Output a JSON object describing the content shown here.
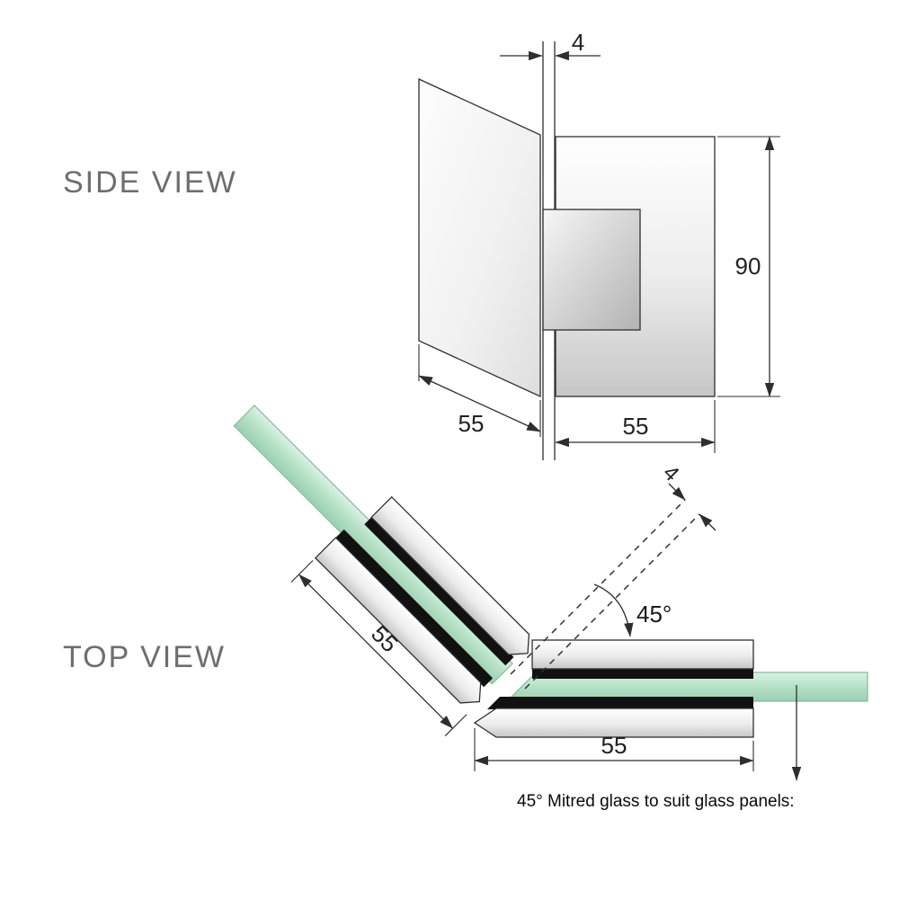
{
  "side_view": {
    "title": "SIDE VIEW",
    "dim_glass_thickness": "4",
    "dim_hinge_height": "90",
    "dim_glass_width": "55",
    "dim_plate_width": "55"
  },
  "top_view": {
    "title": "TOP VIEW",
    "dim_mitre_gap": "4",
    "dim_mitre_angle": "45°",
    "dim_left_plate_width": "55",
    "dim_right_plate_width": "55",
    "caption": "45° Mitred glass to suit glass panels:"
  },
  "colors": {
    "glass_green": "#b7e3c8",
    "metal_light": "#f7f7f7",
    "metal_shadow": "#c6c6c6",
    "gasket_black": "#111111",
    "line": "#2e2e2e",
    "label_gray": "#6e6e6e"
  }
}
